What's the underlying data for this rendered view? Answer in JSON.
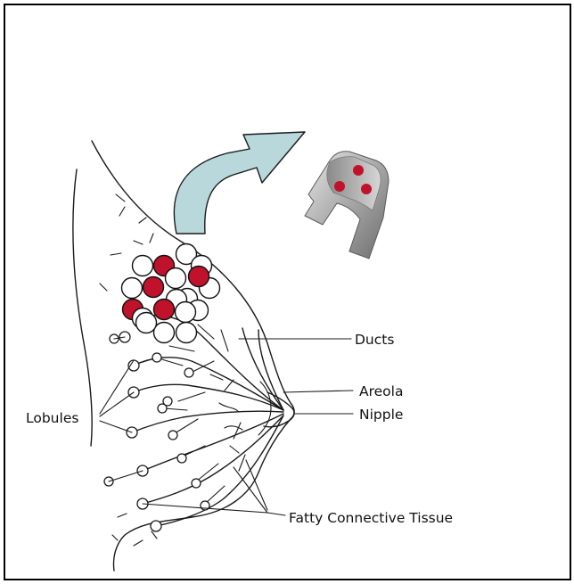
{
  "labels": {
    "ducts": "Ducts",
    "areola": "Areola",
    "nipple": "Nipple",
    "lobules": "Lobules",
    "fatty_tissue": "Fatty Connective Tissue"
  },
  "colors": {
    "frame": "#000000",
    "cell_red": "#c0122a",
    "cell_white": "#ffffff",
    "arrow_fill": "#b8d8dc",
    "tube_gray": "#9a9a9a"
  },
  "cells": [
    {
      "color": "white"
    },
    {
      "color": "white"
    },
    {
      "color": "red"
    },
    {
      "color": "white"
    },
    {
      "color": "white"
    },
    {
      "color": "white"
    },
    {
      "color": "red"
    },
    {
      "color": "white"
    },
    {
      "color": "red"
    },
    {
      "color": "white"
    },
    {
      "color": "red"
    },
    {
      "color": "white"
    },
    {
      "color": "white"
    },
    {
      "color": "white"
    },
    {
      "color": "red"
    },
    {
      "color": "white"
    },
    {
      "color": "white"
    },
    {
      "color": "white"
    },
    {
      "color": "white"
    }
  ]
}
